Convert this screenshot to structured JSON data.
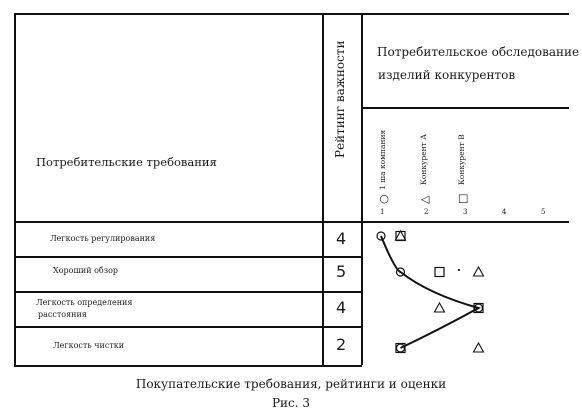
{
  "table": {
    "requirements_header": "Потребительские требования",
    "importance_header": "Рейтинг важности",
    "survey_header_line1": "Потребительское обследование",
    "survey_header_line2": "изделий конкурентов",
    "legend": [
      {
        "symbol": "○",
        "icon": "circle-icon",
        "label": "1 ша компания"
      },
      {
        "symbol": "△",
        "icon": "triangle-icon",
        "label": "Конкурент А"
      },
      {
        "symbol": "□",
        "icon": "square-icon",
        "label": "Конкурент В"
      }
    ],
    "scale": [
      "1",
      "2",
      "3",
      "4",
      "5"
    ],
    "rows": [
      {
        "label_line1": "Легкость регулирования",
        "label_line2": "",
        "rating": "4"
      },
      {
        "label_line1": "Хороший обзор",
        "label_line2": "",
        "rating": "5"
      },
      {
        "label_line1": "Легкость определения",
        "label_line2": "расстояния",
        "rating": "4"
      },
      {
        "label_line1": "Легкость чистки",
        "label_line2": "",
        "rating": "2"
      }
    ]
  },
  "scores": {
    "our_company": [
      1,
      1.5,
      3.5,
      1.5
    ],
    "competitor_a": [
      1.5,
      3.5,
      2.5,
      3.5
    ],
    "competitor_b": [
      1.5,
      2.5,
      3.5,
      1.5
    ]
  },
  "caption": {
    "title": "Покупательские требования, рейтинги и оценки",
    "figure": "Рис. 3"
  }
}
